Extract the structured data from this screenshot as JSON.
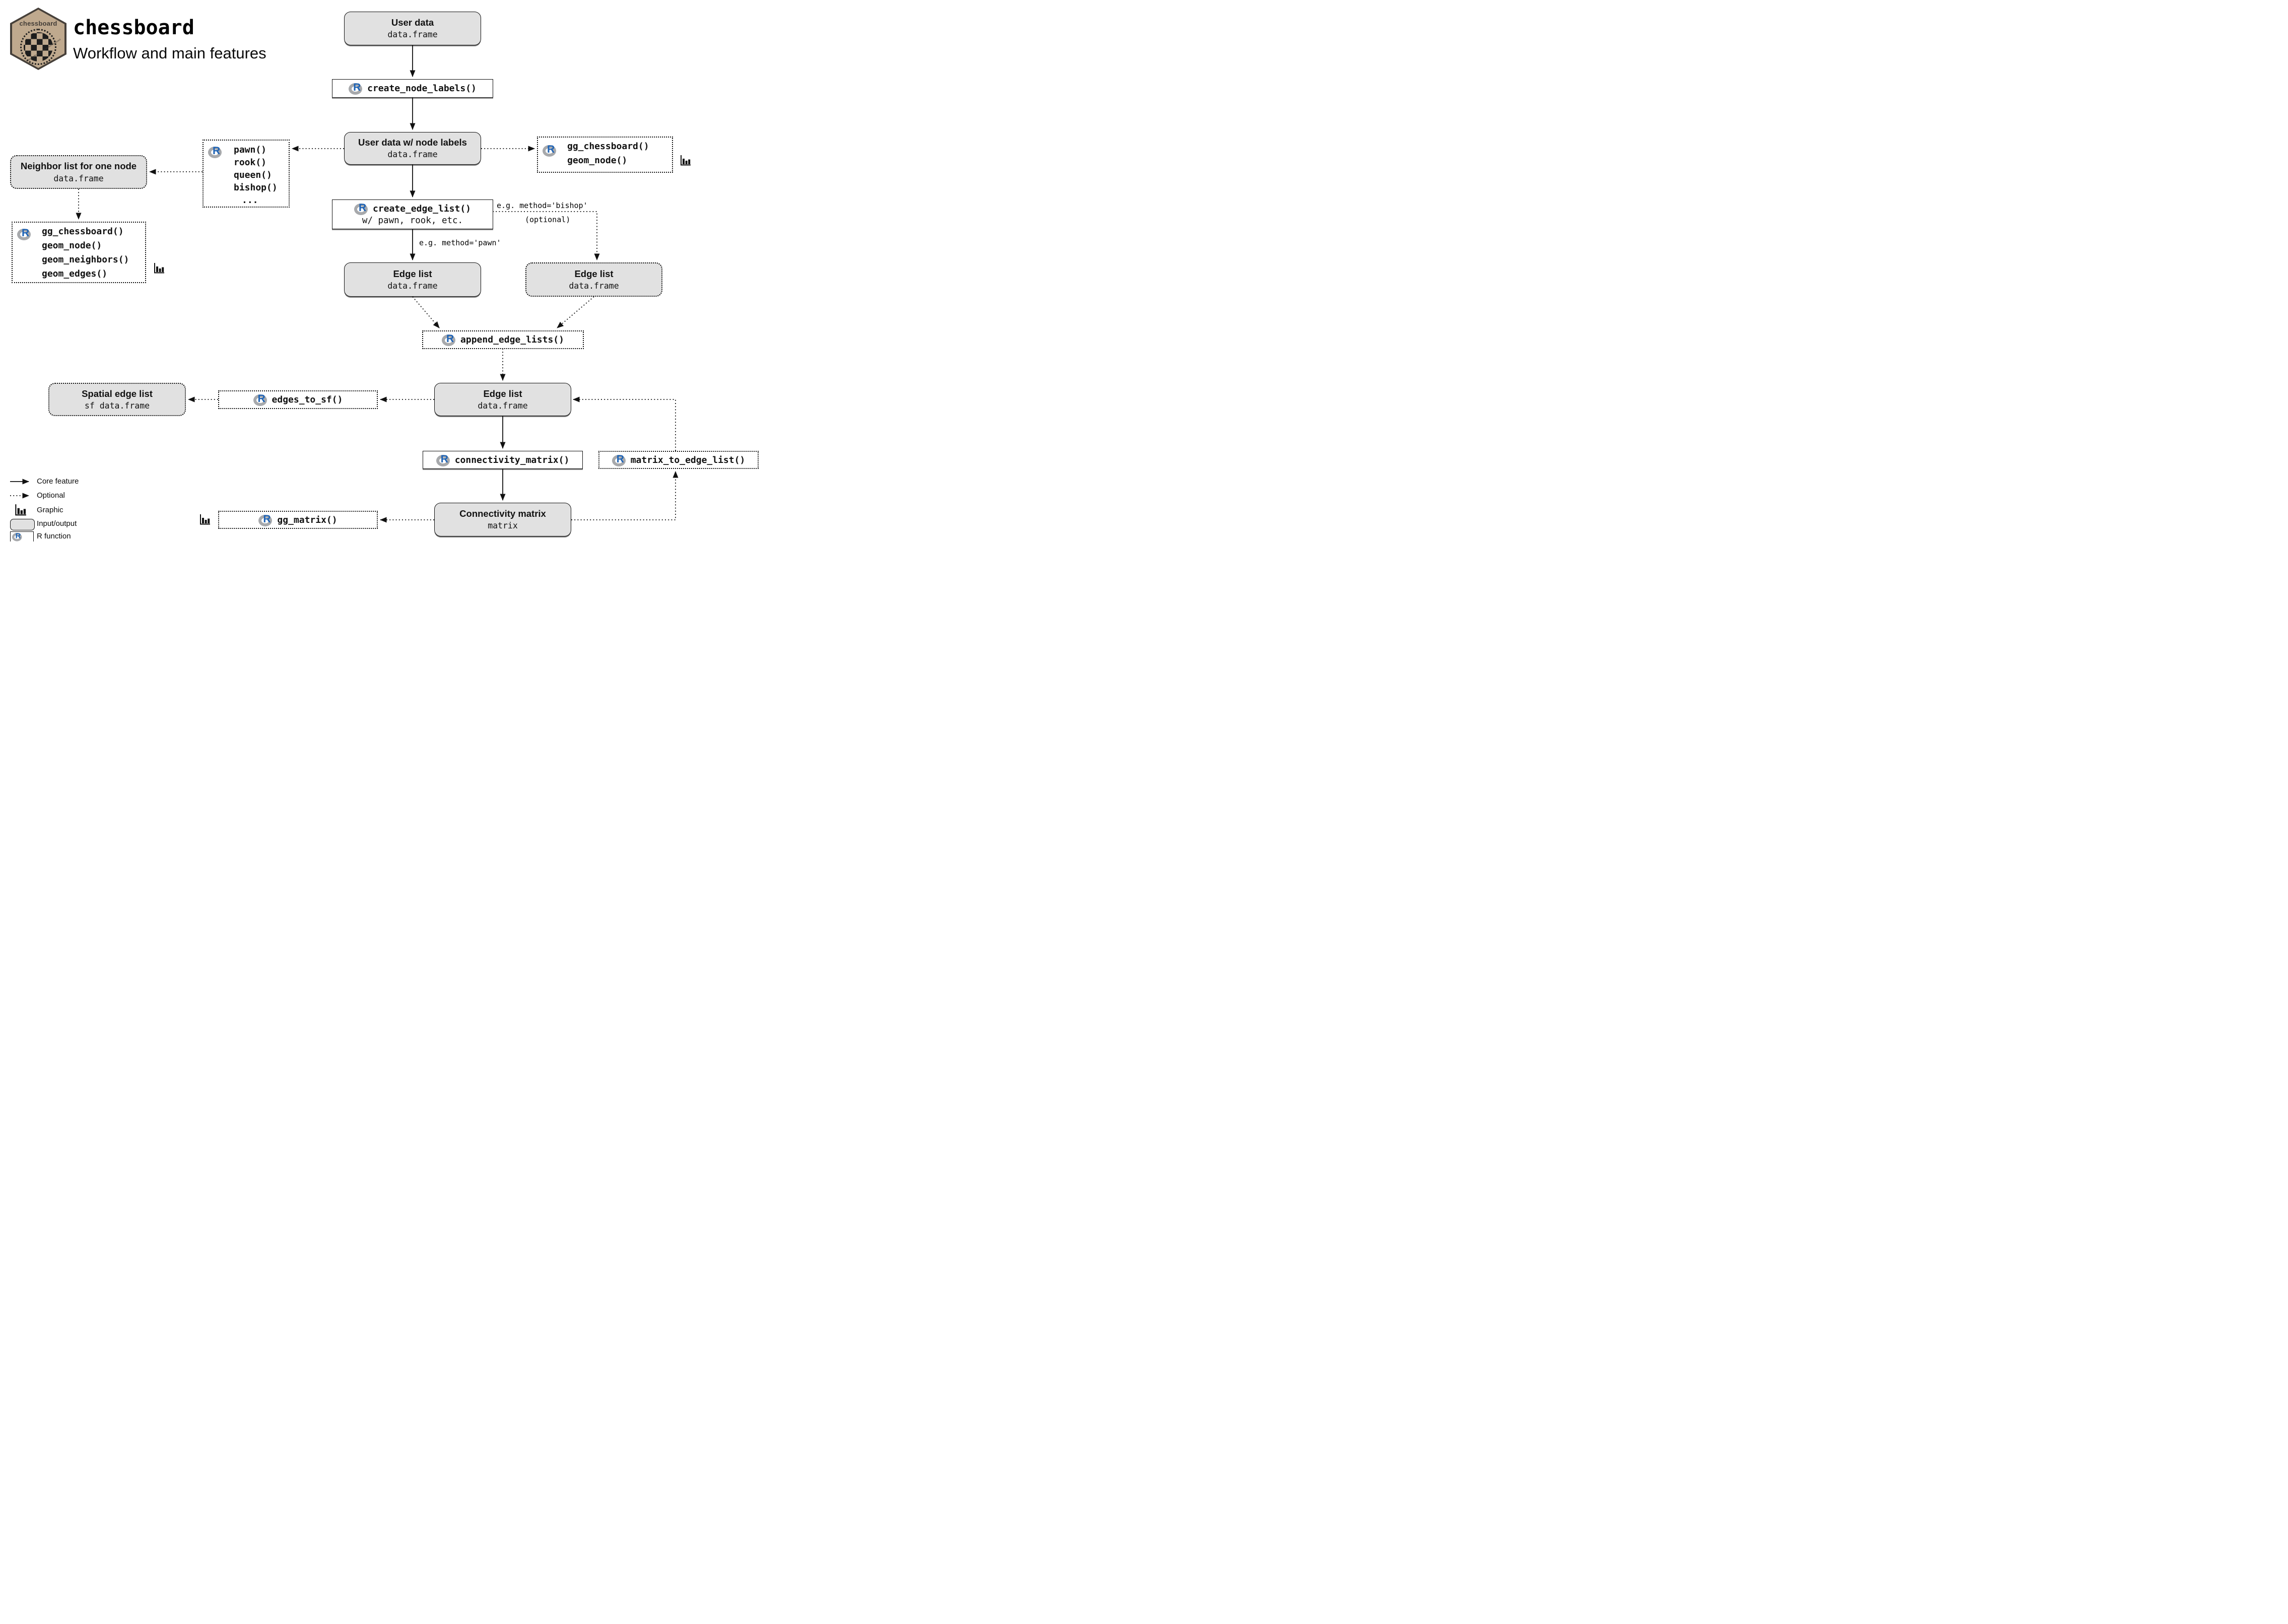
{
  "header": {
    "logo_text": "chessboard",
    "logo_url": "https://github.com/frbcesab/chessboard",
    "title": "chessboard",
    "subtitle": "Workflow and main features"
  },
  "icons": {
    "r_letter": "R"
  },
  "nodes": {
    "user_data": {
      "title": "User data",
      "type": "data.frame"
    },
    "create_node_labels": {
      "label": "create_node_labels()"
    },
    "user_data_node_labels": {
      "title": "User data w/ node labels",
      "type": "data.frame"
    },
    "piece_functions": {
      "lines": [
        "pawn()",
        "rook()",
        "queen()",
        "bishop()",
        "..."
      ]
    },
    "gg_chessboard_node": {
      "lines": [
        "gg_chessboard()",
        "geom_node()"
      ]
    },
    "neighbor_list": {
      "title": "Neighbor list for one node",
      "type": "data.frame"
    },
    "gg_chessboard_full": {
      "lines": [
        "gg_chessboard()",
        "geom_node()",
        "geom_neighbors()",
        "geom_edges()"
      ]
    },
    "create_edge_list": {
      "label": "create_edge_list()",
      "sublabel": "w/ pawn, rook, etc."
    },
    "edge_list_core": {
      "title": "Edge list",
      "type": "data.frame"
    },
    "edge_list_optional": {
      "title": "Edge list",
      "type": "data.frame"
    },
    "append_edge_lists": {
      "label": "append_edge_lists()"
    },
    "edge_list_final": {
      "title": "Edge list",
      "type": "data.frame"
    },
    "edges_to_sf": {
      "label": "edges_to_sf()"
    },
    "spatial_edge_list": {
      "title": "Spatial edge list",
      "type": "sf data.frame"
    },
    "connectivity_matrix_fn": {
      "label": "connectivity_matrix()"
    },
    "matrix_to_edge_list": {
      "label": "matrix_to_edge_list()"
    },
    "connectivity_matrix": {
      "title": "Connectivity matrix",
      "type": "matrix"
    },
    "gg_matrix": {
      "label": "gg_matrix()"
    }
  },
  "edge_annotations": {
    "bishop": "e.g. method='bishop'",
    "bishop_optional": "(optional)",
    "pawn": "e.g. method='pawn'"
  },
  "legend": {
    "core_feature": "Core feature",
    "optional": "Optional",
    "graphic": "Graphic",
    "input_output": "Input/output",
    "r_function": "R function"
  },
  "colors": {
    "io_fill": "#e1e1e1",
    "hex_fill": "#bfa98e",
    "hex_border": "#46403a",
    "r_blue": "#1e63b5",
    "r_gray": "#a7a9ac",
    "ink": "#111111"
  }
}
